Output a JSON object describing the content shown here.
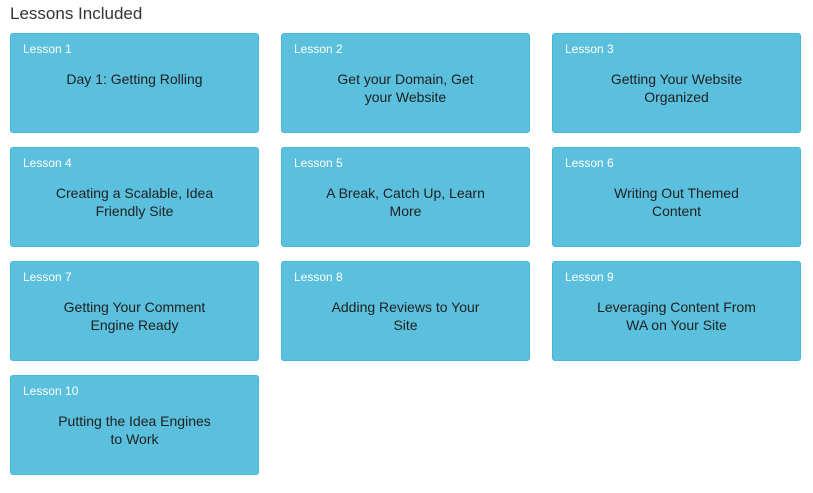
{
  "section": {
    "heading": "Lessons Included"
  },
  "colors": {
    "card_background": "#5bc0de",
    "card_border": "#46b8da",
    "label_text": "#ffffff",
    "title_text": "#1f1f1f",
    "heading_text": "#333333"
  },
  "lessons": [
    {
      "label": "Lesson 1",
      "title": "Day 1: Getting Rolling"
    },
    {
      "label": "Lesson 2",
      "title": "Get your Domain, Get your Website"
    },
    {
      "label": "Lesson 3",
      "title": "Getting Your Website Organized"
    },
    {
      "label": "Lesson 4",
      "title": "Creating a Scalable, Idea Friendly Site"
    },
    {
      "label": "Lesson 5",
      "title": "A Break, Catch Up, Learn More"
    },
    {
      "label": "Lesson 6",
      "title": "Writing Out Themed Content"
    },
    {
      "label": "Lesson 7",
      "title": "Getting Your Comment Engine Ready"
    },
    {
      "label": "Lesson 8",
      "title": "Adding Reviews to Your Site"
    },
    {
      "label": "Lesson 9",
      "title": "Leveraging Content From WA on Your Site"
    },
    {
      "label": "Lesson 10",
      "title": "Putting the Idea Engines to Work"
    }
  ]
}
